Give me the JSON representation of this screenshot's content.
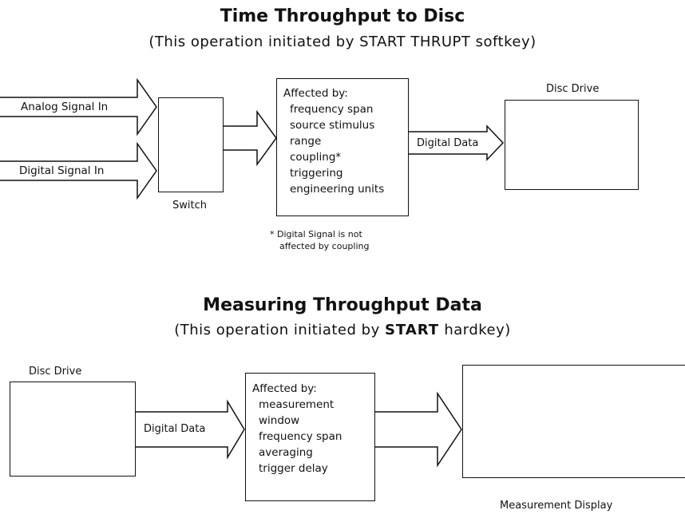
{
  "section1": {
    "title": "Time Throughput to Disc",
    "subtitle_pre": "(This operation initiated by START THRUPT softkey)",
    "inputs": [
      "Analog Signal In",
      "Digital Signal In"
    ],
    "switch_label": "Switch",
    "affected_heading": "Affected by:",
    "affected_items": [
      "frequency span",
      "source stimulus",
      "range",
      "coupling*",
      "triggering",
      "engineering units"
    ],
    "data_label": "Digital Data",
    "disc_label": "Disc Drive",
    "footnote_line1": "* Digital Signal is not",
    "footnote_line2": "affected by coupling"
  },
  "section2": {
    "title": "Measuring Throughput Data",
    "subtitle_pre": "(This operation initiated by",
    "subtitle_bold": "START",
    "subtitle_post": "hardkey)",
    "disc_label": "Disc Drive",
    "data_label": "Digital Data",
    "affected_heading": "Affected by:",
    "affected_items": [
      "measurement",
      "window",
      "frequency span",
      "averaging",
      "trigger delay"
    ],
    "display_label": "Measurement Display"
  }
}
